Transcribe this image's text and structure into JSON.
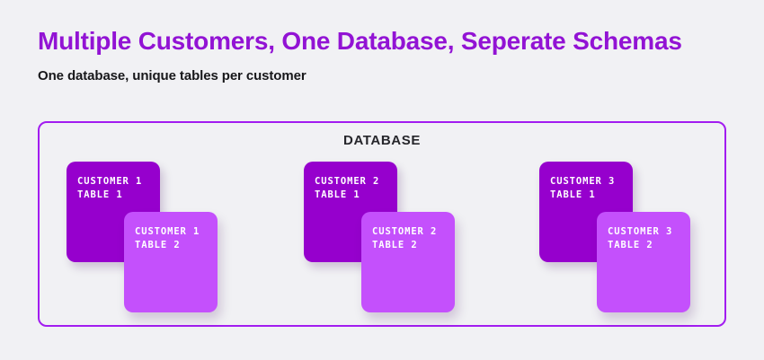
{
  "header": {
    "title": "Multiple Customers, One Database, Seperate Schemas",
    "subtitle": "One database, unique tables per customer"
  },
  "database": {
    "label": "DATABASE",
    "border_color": "#a21cf0"
  },
  "colors": {
    "page_background": "#f1f1f4",
    "title_purple": "#9213d4",
    "card_dark_purple": "#9600cd",
    "card_light_purple": "#c450fc",
    "text_dark": "#17171a",
    "card_text": "#ffffff"
  },
  "customers": [
    {
      "front_card": {
        "line1": "CUSTOMER 1",
        "line2": "TABLE 1",
        "color": "#9600cd"
      },
      "back_card": {
        "line1": "CUSTOMER 1",
        "line2": "TABLE 2",
        "color": "#c450fc"
      }
    },
    {
      "front_card": {
        "line1": "CUSTOMER 2",
        "line2": "TABLE 1",
        "color": "#9600cd"
      },
      "back_card": {
        "line1": "CUSTOMER 2",
        "line2": "TABLE 2",
        "color": "#c450fc"
      }
    },
    {
      "front_card": {
        "line1": "CUSTOMER 3",
        "line2": "TABLE 1",
        "color": "#9600cd"
      },
      "back_card": {
        "line1": "CUSTOMER 3",
        "line2": "TABLE 2",
        "color": "#c450fc"
      }
    }
  ]
}
